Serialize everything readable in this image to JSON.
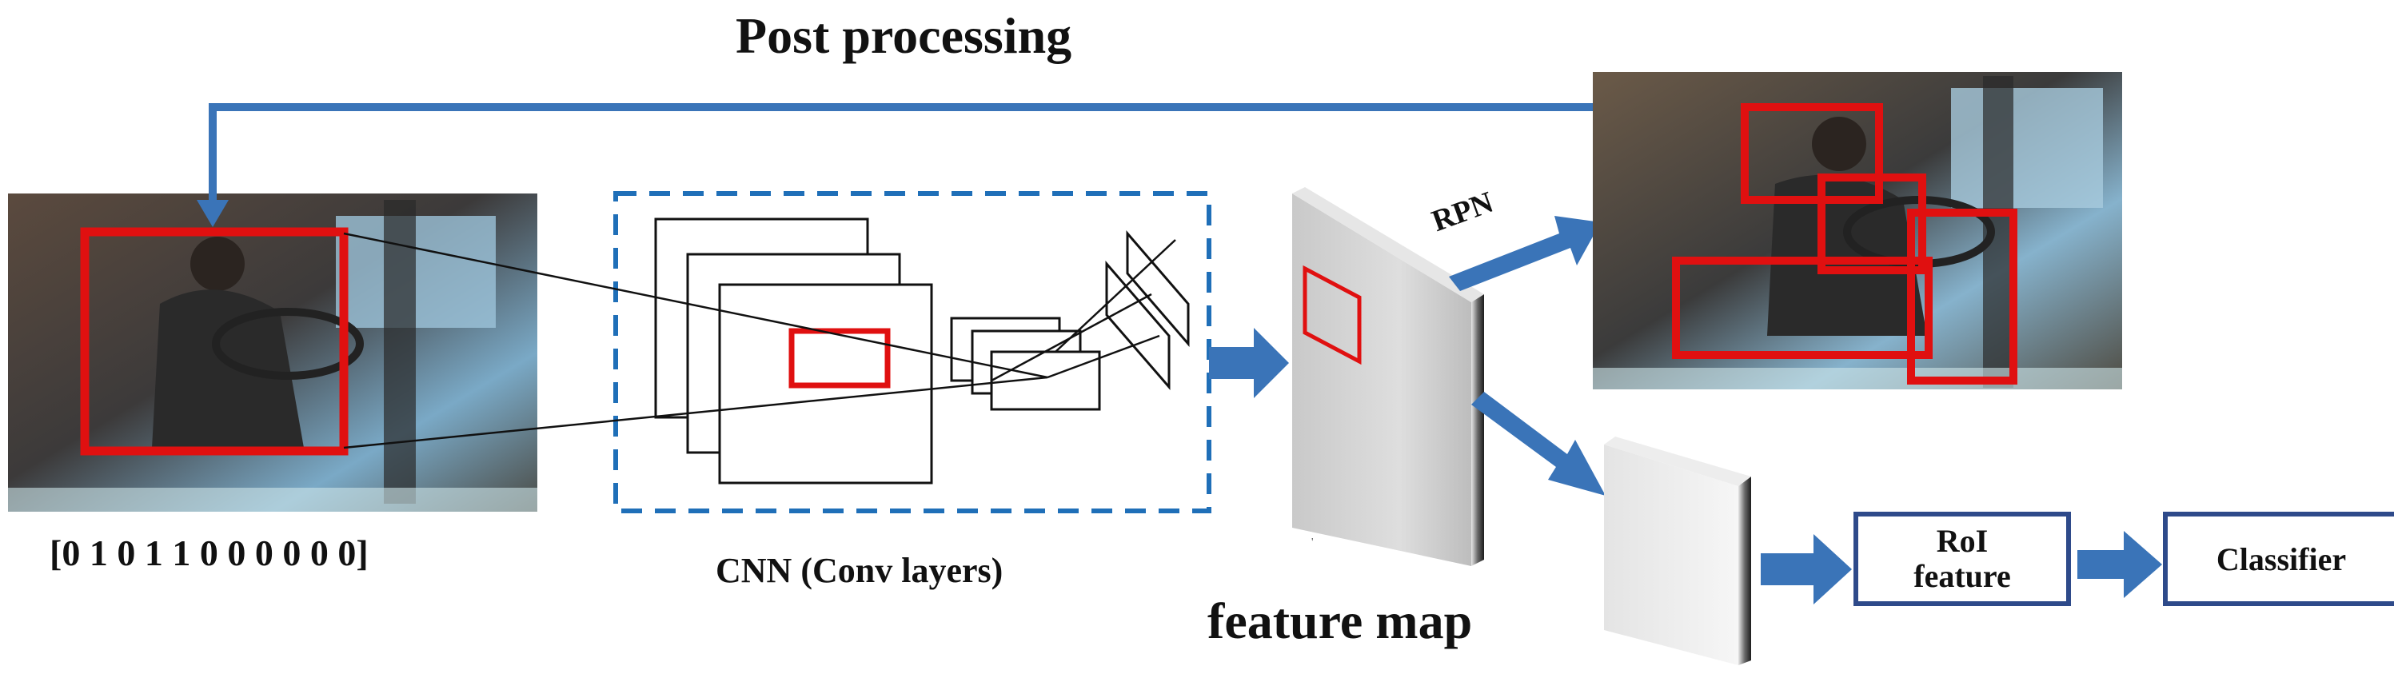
{
  "title": "Post processing",
  "label_vector": "[0 1 0 1 1 0 0 0 0 0 0]",
  "label_cnn": "CNN (Conv layers)",
  "label_feature_map": "feature map",
  "label_rpn": "RPN",
  "roi_box": "RoI feature",
  "classifier_box": "Classifier",
  "colors": {
    "arrow_blue": "#3a74b8",
    "box_border": "#2e4a8a",
    "detection_red": "#e01010",
    "cnn_dash": "#1f6fb8"
  }
}
